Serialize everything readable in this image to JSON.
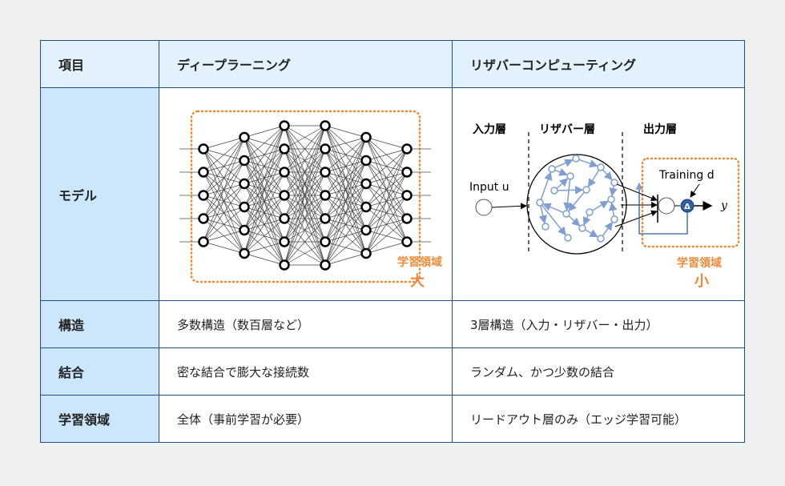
{
  "header": {
    "item": "項目",
    "col1": "ディープラーニング",
    "col2": "リザバーコンピューティング"
  },
  "rows": [
    {
      "label": "モデル"
    },
    {
      "label": "構造",
      "col1": "多数構造（数百層など）",
      "col2": "3層構造（入力・リザバー・出力）"
    },
    {
      "label": "結合",
      "col1": "密な結合で膨大な接続数",
      "col2": "ランダム、かつ少数の結合"
    },
    {
      "label": "学習領域",
      "col1": "全体（事前学習が必要）",
      "col2": "リードアウト層のみ（エッジ学習可能）"
    }
  ],
  "deep": {
    "layer_sizes": [
      5,
      6,
      7,
      7,
      6,
      5
    ],
    "area_label": "学習領域",
    "area_size": "大"
  },
  "reservoir": {
    "input_layer": "入力層",
    "reservoir_layer": "リザバー層",
    "output_layer": "出力層",
    "input": "Input u",
    "training": "Training d",
    "output": "y",
    "delta": "Δ",
    "area_label": "学習領域",
    "area_size": "小"
  },
  "colors": {
    "border": "#1f4e8c",
    "orange": "#ed8b3a",
    "node_blue": "#7f9fd3",
    "delta": "#2f5f9e"
  }
}
